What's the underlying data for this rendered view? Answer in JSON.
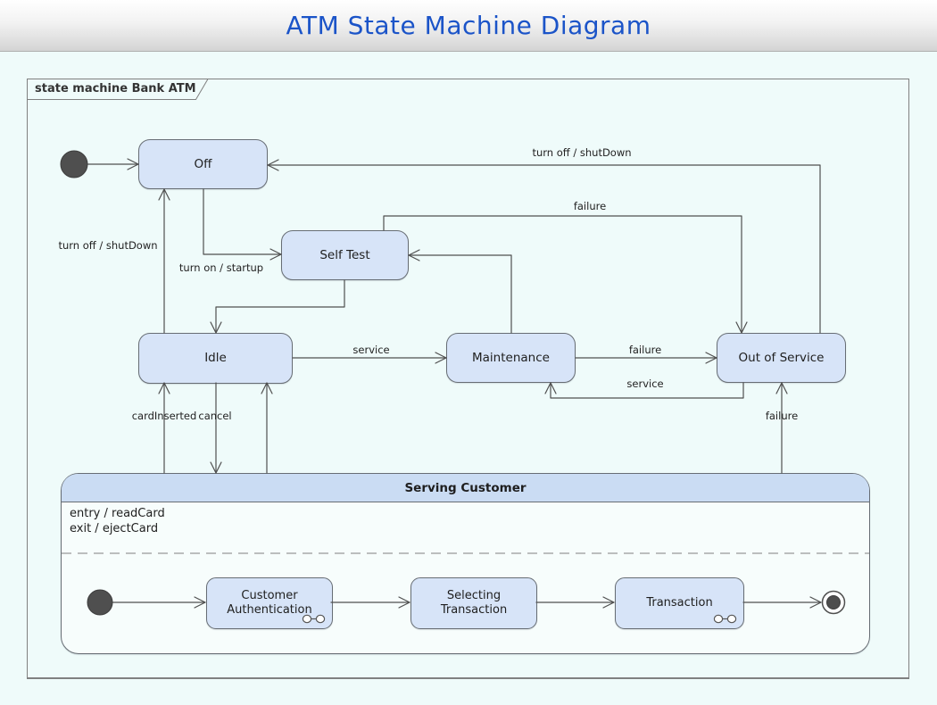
{
  "title": "ATM State Machine Diagram",
  "frame": {
    "label": "state machine Bank ATM"
  },
  "colors": {
    "title_blue": "#1b54c8",
    "state_fill": "#d7e4f8",
    "composite_header_fill": "#cadcf3",
    "line_color": "#4f4f4f",
    "background": "#effbfa"
  },
  "diagram": {
    "states": {
      "off": "Off",
      "self_test": "Self Test",
      "idle": "Idle",
      "maintenance": "Maintenance",
      "out_of_service": "Out of Service"
    },
    "composite": {
      "title": "Serving Customer",
      "entry_action": "entry / readCard",
      "exit_action": "exit / ejectCard",
      "substates": {
        "customer_authentication": "Customer Authentication",
        "selecting_transaction": "Selecting Transaction",
        "transaction": "Transaction"
      }
    },
    "transition_labels": {
      "turn_off_top": "turn off / shutDown",
      "turn_off_left": "turn off / shutDown",
      "turn_on": "turn on / startup",
      "failure_top": "failure",
      "service_idle_maintenance": "service",
      "failure_maintenance_oos": "failure",
      "service_oos_maintenance": "service",
      "card_inserted": "cardInserted",
      "cancel": "cancel",
      "failure_serving_oos": "failure"
    },
    "transitions": [
      {
        "from": "initial",
        "to": "Off",
        "label": ""
      },
      {
        "from": "Out of Service",
        "to": "Off",
        "label": "turn off / shutDown"
      },
      {
        "from": "Idle",
        "to": "Off",
        "label": "turn off / shutDown"
      },
      {
        "from": "Off",
        "to": "Self Test",
        "label": "turn on / startup"
      },
      {
        "from": "Self Test",
        "to": "Idle",
        "label": ""
      },
      {
        "from": "Idle",
        "to": "Maintenance",
        "label": "service"
      },
      {
        "from": "Maintenance",
        "to": "Self Test",
        "label": ""
      },
      {
        "from": "Self Test",
        "to": "Out of Service",
        "label": "failure"
      },
      {
        "from": "Maintenance",
        "to": "Out of Service",
        "label": "failure"
      },
      {
        "from": "Out of Service",
        "to": "Maintenance",
        "label": "service"
      },
      {
        "from": "Serving Customer",
        "to": "Idle",
        "label": "cardInserted"
      },
      {
        "from": "Idle",
        "to": "Serving Customer",
        "label": "cancel"
      },
      {
        "from": "Serving Customer",
        "to": "Idle",
        "label": ""
      },
      {
        "from": "Serving Customer",
        "to": "Out of Service",
        "label": "failure"
      },
      {
        "from": "initial-serving",
        "to": "Customer Authentication",
        "label": ""
      },
      {
        "from": "Customer Authentication",
        "to": "Selecting Transaction",
        "label": ""
      },
      {
        "from": "Selecting Transaction",
        "to": "Transaction",
        "label": ""
      },
      {
        "from": "Transaction",
        "to": "final",
        "label": ""
      }
    ]
  }
}
